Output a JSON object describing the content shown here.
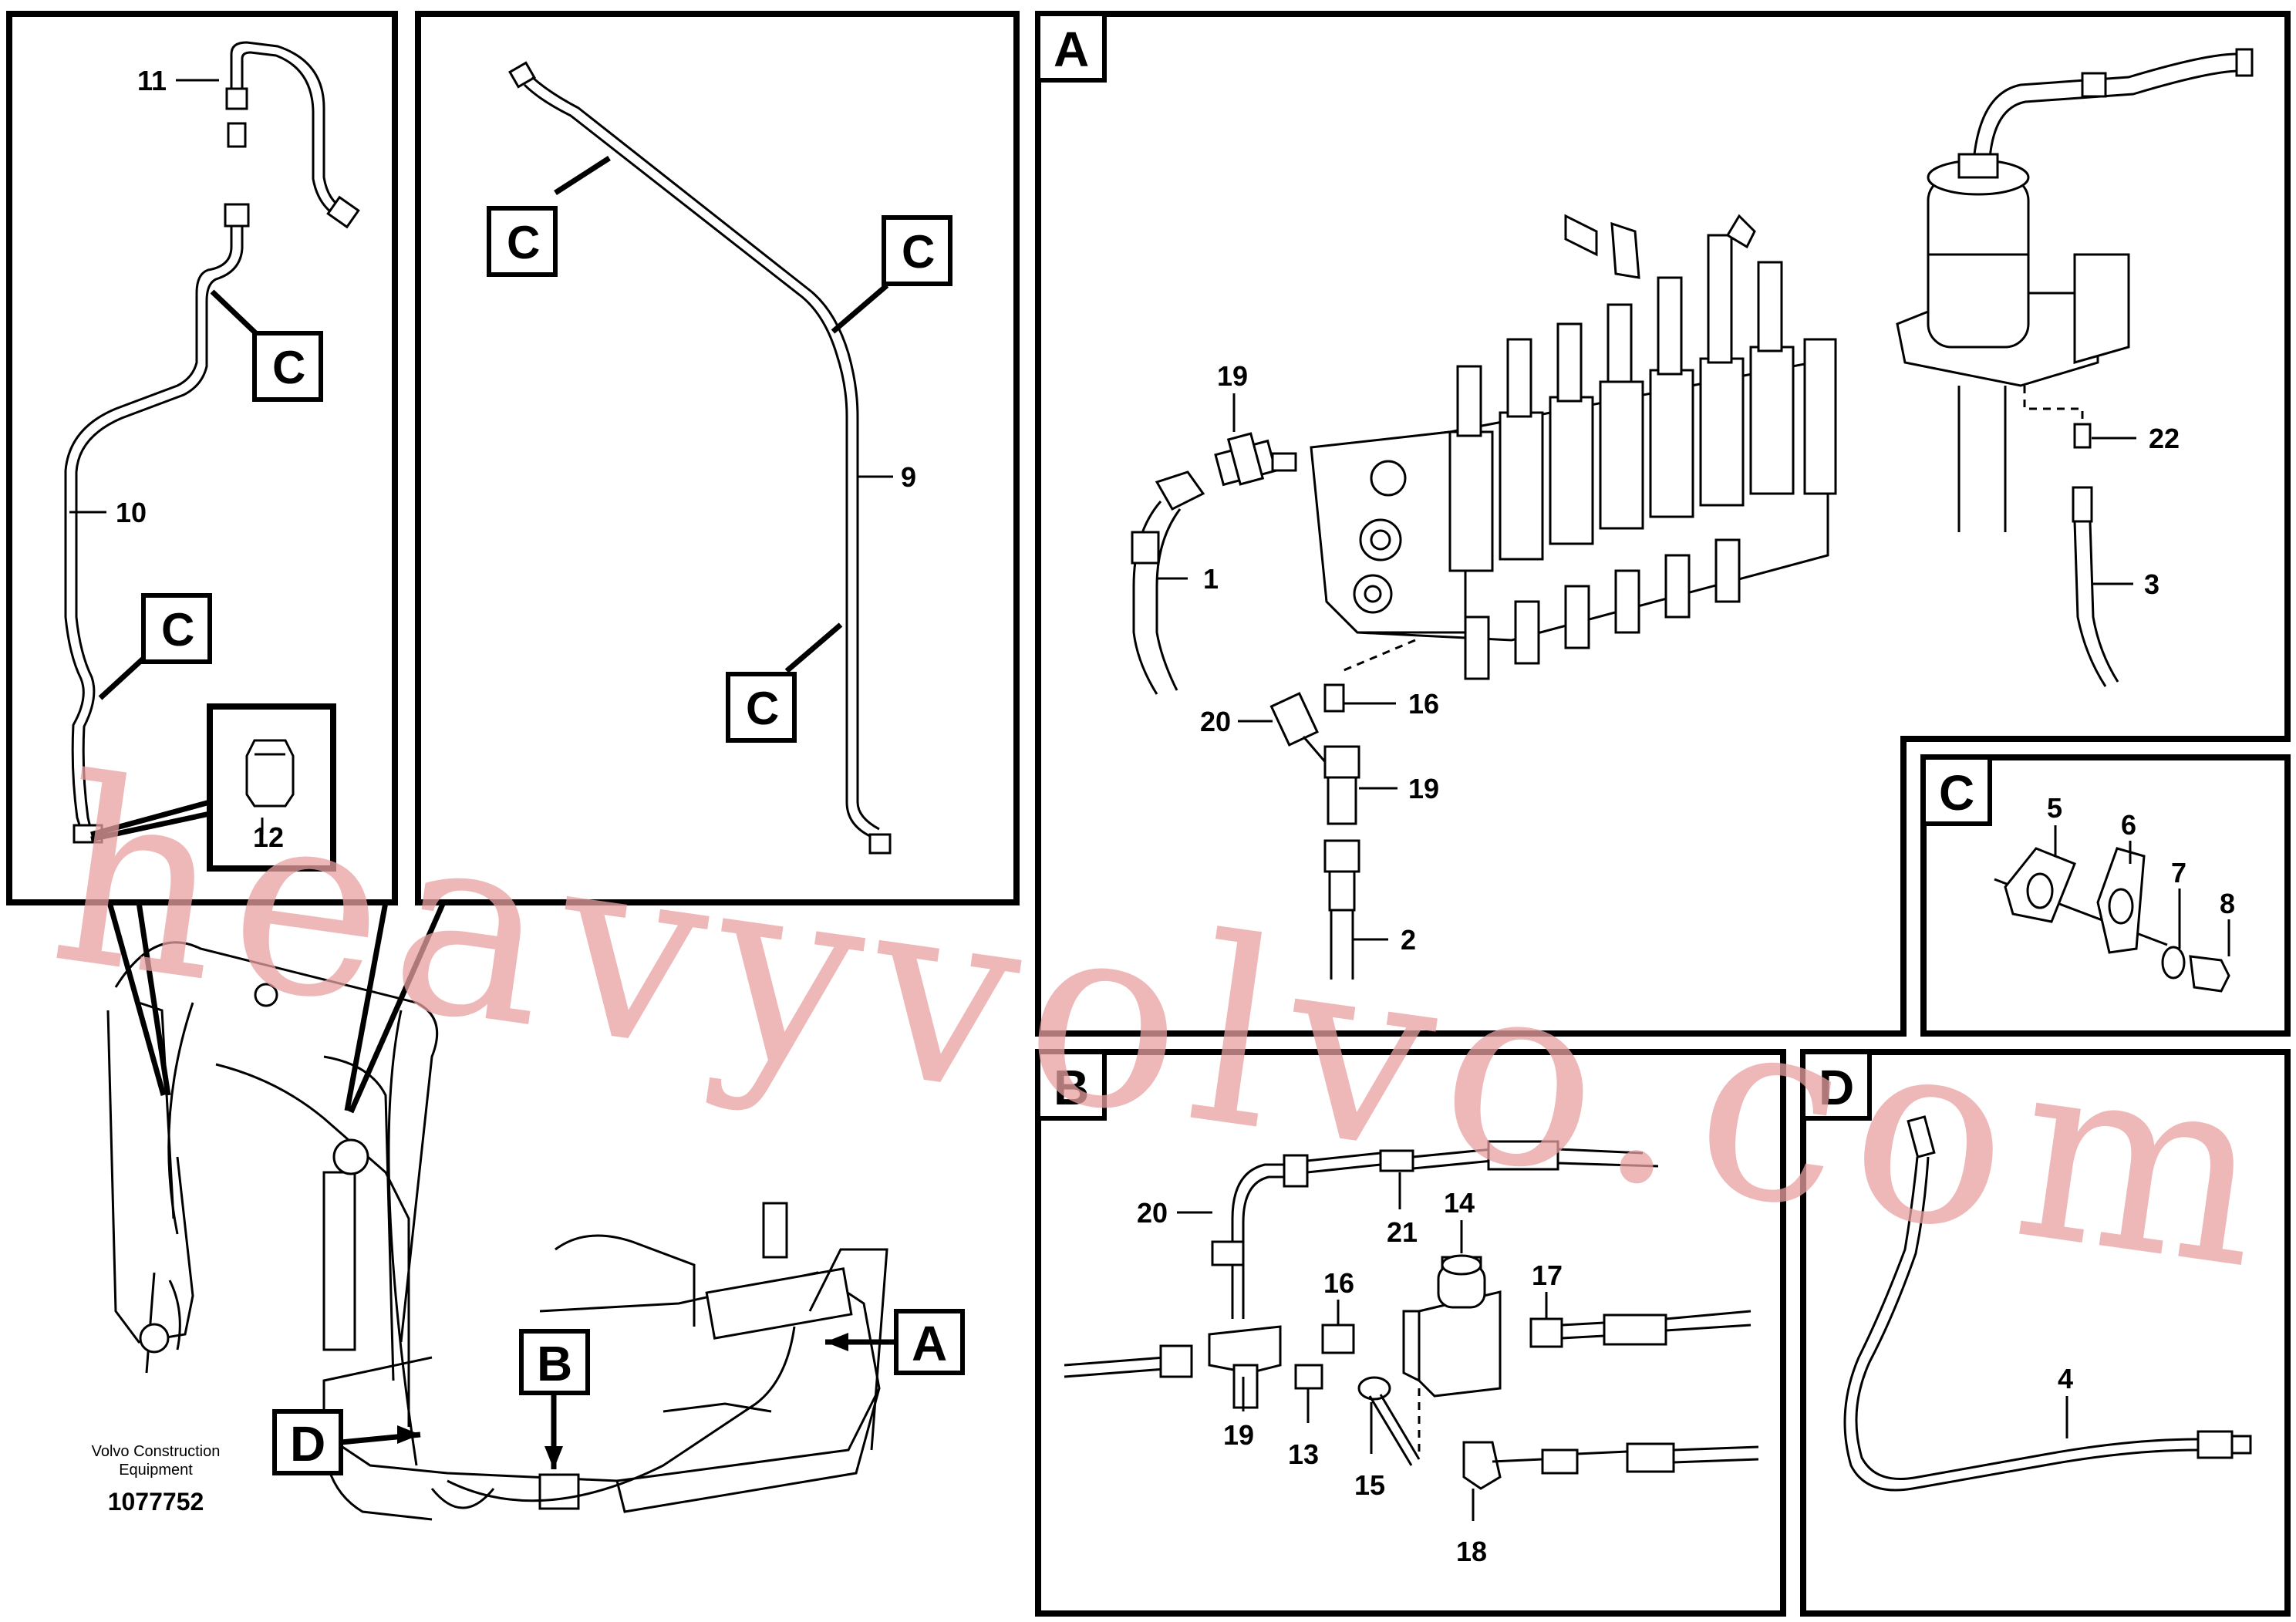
{
  "callouts": {
    "c11": "11",
    "c10": "10",
    "c12": "12",
    "c9": "9",
    "c19a": "19",
    "c1": "1",
    "c20a": "20",
    "c16a": "16",
    "c19b": "19",
    "c2": "2",
    "c22": "22",
    "c3": "3",
    "c5": "5",
    "c6": "6",
    "c7": "7",
    "c8": "8",
    "c20b": "20",
    "c21": "21",
    "c14": "14",
    "c16b": "16",
    "c17": "17",
    "c19c": "19",
    "c13": "13",
    "c15": "15",
    "c18": "18",
    "c4": "4"
  },
  "detail_labels": {
    "A": "A",
    "B": "B",
    "C": "C",
    "D": "D"
  },
  "caption": {
    "line1": "Volvo Construction",
    "line2": "Equipment",
    "doc_number": "1077752"
  },
  "watermark": "heavyvolvo.com"
}
